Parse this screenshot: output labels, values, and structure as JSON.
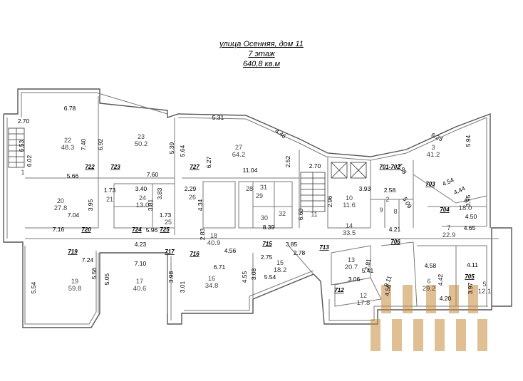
{
  "header": {
    "street": "улица Осенняя, дом 11",
    "floor": "7 этаж",
    "area": "640,8 кв.м"
  },
  "rooms": [
    {
      "num": "22",
      "area": "48.3"
    },
    {
      "num": "23",
      "area": "50.2"
    },
    {
      "num": "27",
      "area": "64.2"
    },
    {
      "num": "3",
      "area": "41.2"
    },
    {
      "num": "1",
      "area": ""
    },
    {
      "num": "20",
      "area": "27.8"
    },
    {
      "num": "21",
      "area": ""
    },
    {
      "num": "24",
      "area": "13.0"
    },
    {
      "num": "25",
      "area": ""
    },
    {
      "num": "26",
      "area": ""
    },
    {
      "num": "29",
      "area": ""
    },
    {
      "num": "28",
      "area": ""
    },
    {
      "num": "31",
      "area": ""
    },
    {
      "num": "30",
      "area": ""
    },
    {
      "num": "32",
      "area": ""
    },
    {
      "num": "11",
      "area": ""
    },
    {
      "num": "10",
      "area": "11.6"
    },
    {
      "num": "2",
      "area": ""
    },
    {
      "num": "9",
      "area": ""
    },
    {
      "num": "8",
      "area": ""
    },
    {
      "num": "4",
      "area": "18.0"
    },
    {
      "num": "14",
      "area": "33.5"
    },
    {
      "num": "7",
      "area": "22.9"
    },
    {
      "num": "18",
      "area": "40.9"
    },
    {
      "num": "19",
      "area": "59.8"
    },
    {
      "num": "17",
      "area": "40.6"
    },
    {
      "num": "16",
      "area": "34.8"
    },
    {
      "num": "15",
      "area": "18.2"
    },
    {
      "num": "13",
      "area": "20.7"
    },
    {
      "num": "12",
      "area": "17.8"
    },
    {
      "num": "6",
      "area": "29.2"
    },
    {
      "num": "5",
      "area": "12.1"
    }
  ],
  "dims": [
    "6.78",
    "2.70",
    "6.53",
    "7.40",
    "6.92",
    "5.39",
    "5.64",
    "5.31",
    "6.27",
    "4.46",
    "2.52",
    "6.23",
    "5.94",
    "6.02",
    "5.66",
    "11.04",
    "2.70",
    "3.93",
    "4.98",
    "2.96",
    "2.58",
    "4.54",
    "4.44",
    "3.95",
    "1.73",
    "3.40",
    "3.83",
    "3.81",
    "2.29",
    "7.60",
    "4.34",
    "3.95",
    "7.04",
    "1.73",
    "5.09",
    "4.50",
    "7.16",
    "5.96",
    "2.83",
    "8.39",
    "6.60",
    "4.21",
    "4.65",
    "4.23",
    "7.24",
    "7.10",
    "4.56",
    "3.85",
    "2.78",
    "2.75",
    "3.98",
    "6.71",
    "3.08",
    "4.55",
    "5.54",
    "2.81",
    "5.41",
    "3.06",
    "9.11",
    "4.56",
    "4.58",
    "4.11",
    "5.54",
    "5.56",
    "5.05",
    "3.01",
    "4.42",
    "3.97",
    "4.20"
  ],
  "lots": [
    "722",
    "723",
    "727",
    "701-702",
    "703",
    "704",
    "720",
    "724",
    "725",
    "719",
    "717",
    "716",
    "715",
    "713",
    "706",
    "705",
    "712"
  ],
  "colors": {
    "watermark": "#c98a3e",
    "walls": "#7a7a7a"
  }
}
